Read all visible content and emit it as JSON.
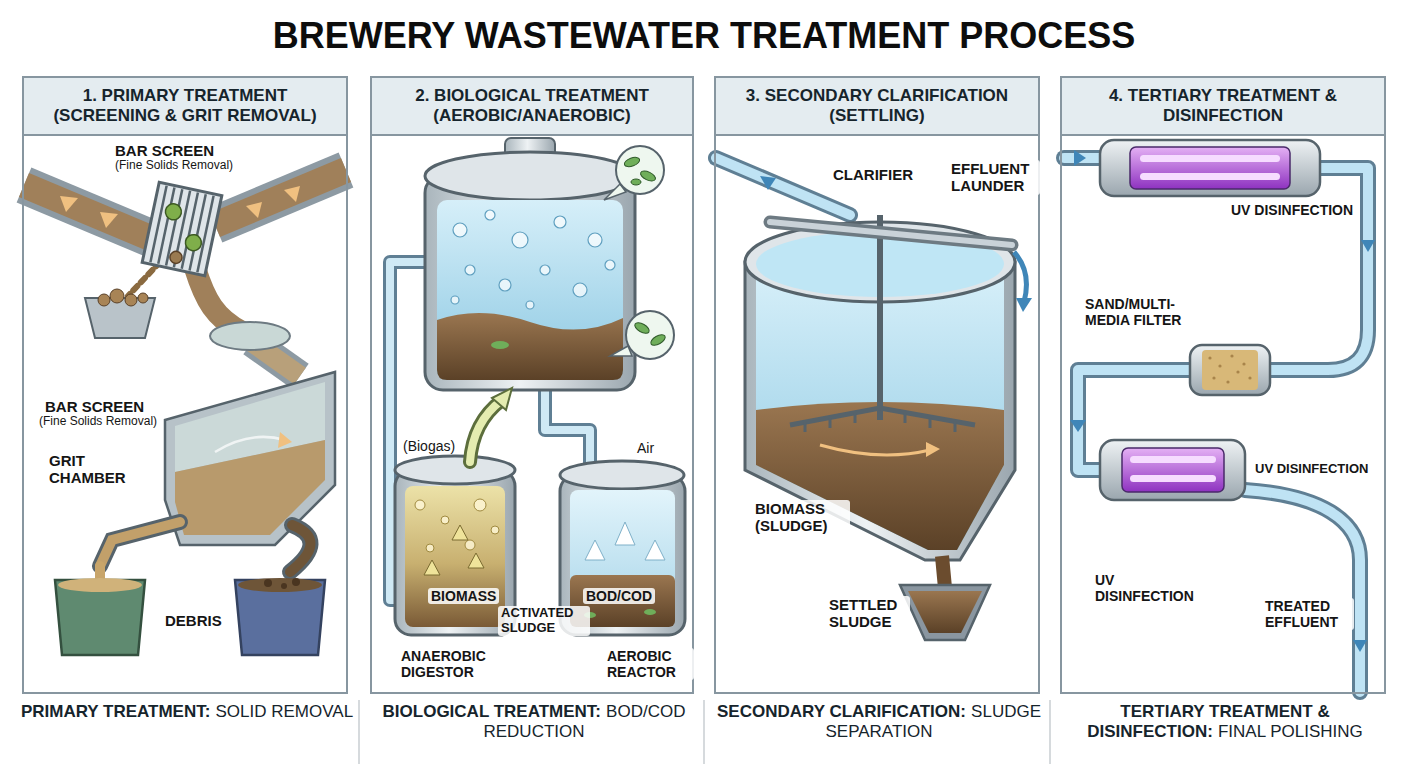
{
  "diagram": {
    "title": "BREWERY WASTEWATER TREATMENT PROCESS",
    "nodes": [
      {
        "text": [
          "1. PRIMARY TREATMENT (SCREENING & GRIT REMOVAL)",
          "PRIMARY TREATMENT:",
          "SOLID REMOVAL"
        ]
      },
      {
        "text": [
          "2. BIOLOGICAL TREATMENT (AEROBIC/ANAEROBIC)",
          "BIOLOGICAL TREATMENT:",
          "BOD/COD REDUCTION"
        ]
      },
      {
        "text": [
          "3. SECONDARY CLARIFICATION (SETTLING)",
          "SECONDARY CLARIFICATION:",
          "SLUDGE SEPARATION"
        ]
      },
      {
        "text": [
          "4. TERTIARY TREATMENT & DISINFECTION",
          "TERTIARY TREATMENT & DISINFECTION:",
          "FINAL POLISHING"
        ]
      }
    ],
    "labels": [
      "BAR SCREEN",
      "(Fine Solids Removal)",
      "BAR SCREEN",
      "(Fine Solids Removal)",
      "GRIT CHAMBER",
      "DEBRIS",
      "(Biogas)",
      "Air",
      "BIOMASS",
      "BOD/COD",
      "ACTIVATED SLUDGE",
      "ANAEROBIC DIGESTOR",
      "AEROBIC REACTOR",
      "CLARIFIER",
      "EFFLUENT LAUNDER",
      "BIOMASS (SLUDGE)",
      "SETTLED SLUDGE",
      "UV DISINFECTION",
      "SAND/MULTI-MEDIA FILTER",
      "UV DISINFECTION",
      "UV DISINFECTION",
      "TREATED EFFLUENT"
    ]
  }
}
